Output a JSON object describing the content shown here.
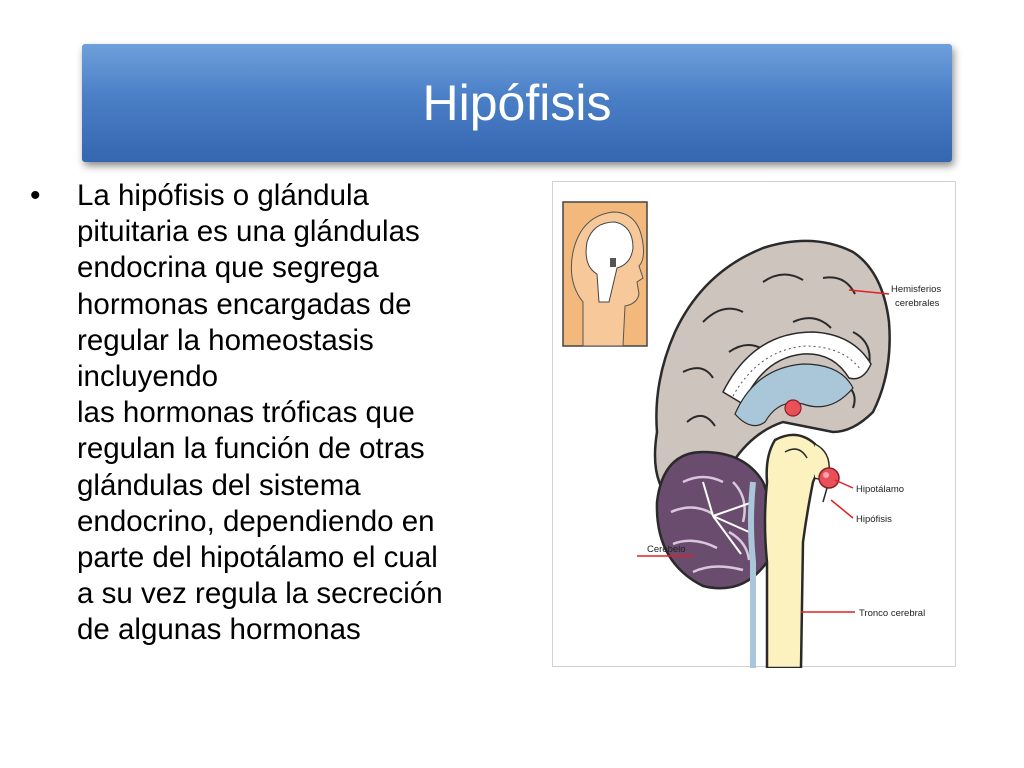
{
  "title": "Hipófisis",
  "bullet_text": "La hipófisis o glándula\npituitaria es una glándulas\nendocrina que segrega\nhormonas encargadas de\nregular la homeostasis\nincluyendo\nlas hormonas tróficas que\nregulan la función de otras\nglándulas del sistema\nendocrino, dependiendo en\nparte del hipotálamo el cual\na su vez regula la secreción\nde algunas hormonas",
  "diagram": {
    "labels": {
      "hemisferios_line1": "Hemisferios",
      "hemisferios_line2": "cerebrales",
      "hipotalamo": "Hipotálamo",
      "hipofisis": "Hipófisis",
      "cerebelo": "Cerebelo",
      "tronco": "Tronco cerebral"
    },
    "colors": {
      "leader_line": "#e02020",
      "brain": "#cdc4bd",
      "cerebellum": "#6a4d6e",
      "brainstem": "#fbf2c0",
      "ventricle": "#a9c7d8",
      "gland": "#e8505a",
      "head_inset": "#f3b87b"
    }
  }
}
